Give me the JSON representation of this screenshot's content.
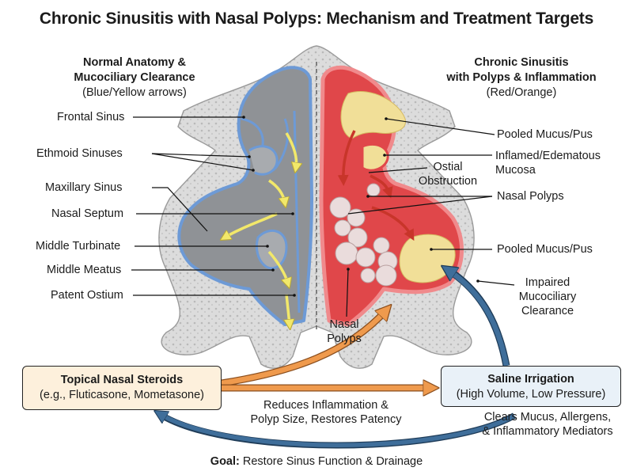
{
  "title": "Chronic Sinusitis with Nasal Polyps: Mechanism and Treatment Targets",
  "left_header": {
    "line1": "Normal Anatomy &",
    "line2": "Mucociliary Clearance",
    "line3": "(Blue/Yellow arrows)"
  },
  "right_header": {
    "line1": "Chronic Sinusitis",
    "line2": "with Polyps & Inflammation",
    "line3": "(Red/Orange)"
  },
  "left_labels": {
    "frontal_sinus": "Frontal Sinus",
    "ethmoid_sinuses": "Ethmoid Sinuses",
    "maxillary_sinus": "Maxillary Sinus",
    "nasal_septum": "Nasal Septum",
    "middle_turbinate": "Middle Turbinate",
    "middle_meatus": "Middle Meatus",
    "patent_ostium": "Patent Ostium"
  },
  "right_labels": {
    "pooled_mucus_top": "Pooled Mucus/Pus",
    "inflamed_line1": "Inflamed/Edematous",
    "inflamed_line2": "Mucosa",
    "ostial_line1": "Ostial",
    "ostial_line2": "Obstruction",
    "nasal_polyps": "Nasal Polyps",
    "pooled_mucus_bottom": "Pooled Mucus/Pus",
    "impaired_line1": "Impaired",
    "impaired_line2": "Mucociliary",
    "impaired_line3": "Clearance"
  },
  "center_polyps": {
    "line1": "Nasal",
    "line2": "Polyps"
  },
  "steroids_box": {
    "title": "Topical Nasal Steroids",
    "subtitle": "(e.g., Fluticasone, Mometasone)"
  },
  "saline_box": {
    "title": "Saline Irrigation",
    "subtitle": "(High Volume, Low Pressure)"
  },
  "reduces_text": {
    "line1": "Reduces Inflammation &",
    "line2": "Polyp Size, Restores Patency"
  },
  "clears_text": {
    "line1": "Clears Mucus, Allergens,",
    "line2": "& Inflammatory Mediators"
  },
  "goal": {
    "label": "Goal:",
    "text": "Restore Sinus Function & Drainage"
  },
  "colors": {
    "bone": "#dcdcdc",
    "bone_stroke": "#9a9a9a",
    "normal_cavity": "#8f9296",
    "normal_outline": "#6d9ad6",
    "flow_arrow": "#f2e86a",
    "inflamed": "#e0474a",
    "inflamed_light": "#f08a8c",
    "mucus": "#f1df98",
    "polyp": "#eadcdc",
    "red_arrow": "#c8352a",
    "orange_arrow": "#ef9a4d",
    "blue_arrow": "#3f6e9a",
    "steroids_fill": "#fdf0dc",
    "saline_fill": "#e9f1f8"
  }
}
